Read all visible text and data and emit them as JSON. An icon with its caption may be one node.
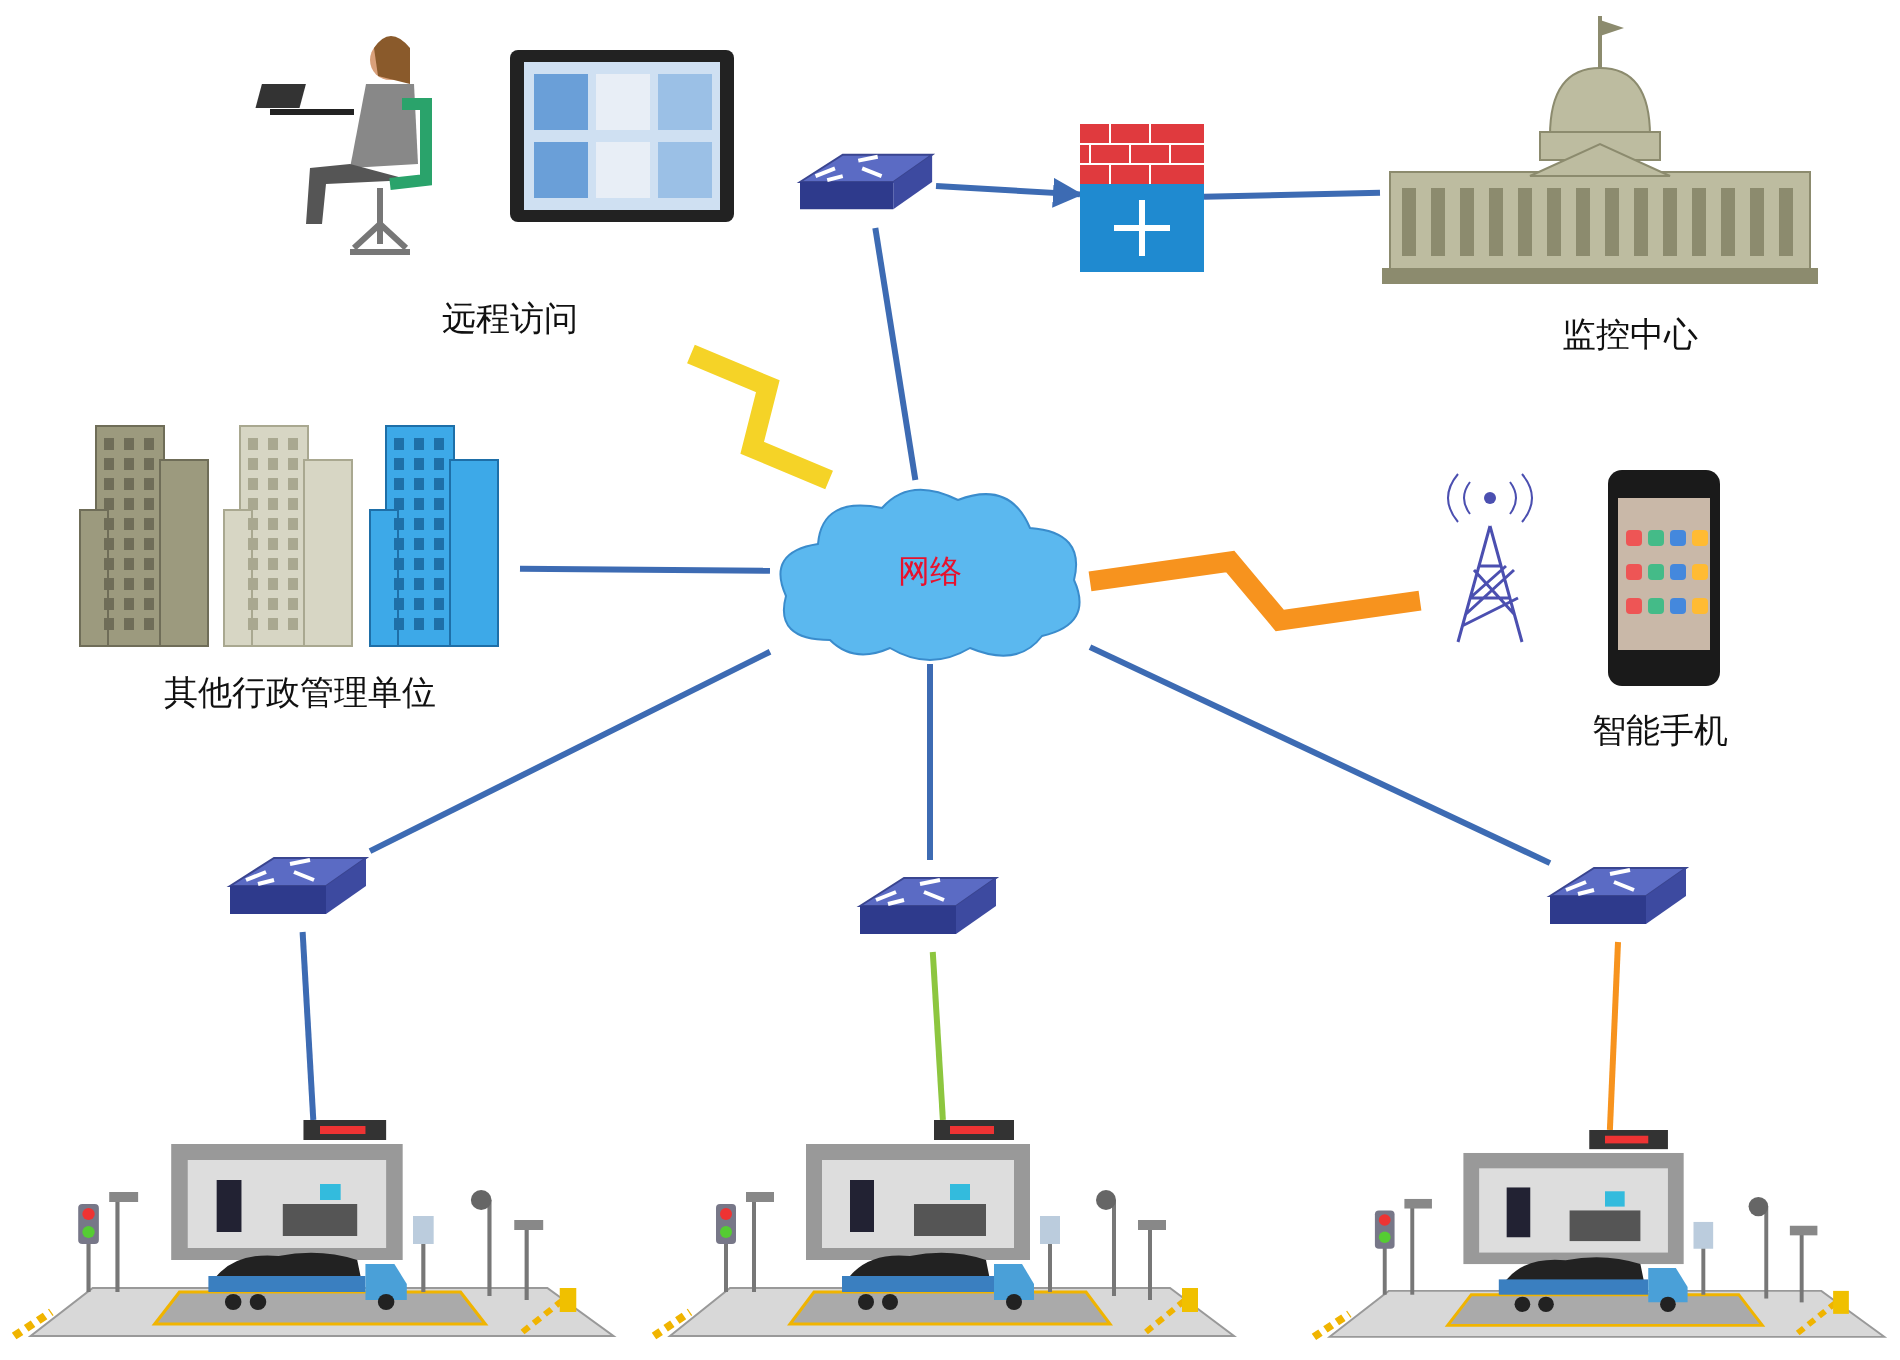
{
  "diagram": {
    "nodes": [
      {
        "text": [
          "远程访问"
        ]
      },
      {
        "text": [],
        "shape": "picture"
      },
      {
        "text": [],
        "shape": "picture"
      },
      {
        "text": [
          "监控中心"
        ]
      },
      {
        "text": [
          "其他行政管理单位"
        ]
      },
      {
        "text": [
          "网络"
        ]
      },
      {
        "text": [
          "智能手机"
        ]
      },
      {
        "text": [],
        "shape": "picture"
      },
      {
        "text": [],
        "shape": "picture"
      },
      {
        "text": [],
        "shape": "picture"
      },
      {
        "text": [],
        "shape": "picture"
      },
      {
        "text": [],
        "shape": "picture"
      },
      {
        "text": [],
        "shape": "picture"
      }
    ],
    "edges": [
      {
        "from": 0,
        "to": 5,
        "arrow": "none",
        "style": "thick",
        "color": "#f5d327"
      },
      {
        "from": 5,
        "to": 1,
        "arrow": "none"
      },
      {
        "from": 1,
        "to": 2,
        "arrow": "to"
      },
      {
        "from": 2,
        "to": 3,
        "arrow": "none"
      },
      {
        "from": 4,
        "to": 5,
        "arrow": "none"
      },
      {
        "from": 5,
        "to": 6,
        "arrow": "none",
        "style": "thick",
        "color": "#f7931e"
      },
      {
        "from": 5,
        "to": 7,
        "arrow": "none"
      },
      {
        "from": 5,
        "to": 8,
        "arrow": "none"
      },
      {
        "from": 5,
        "to": 9,
        "arrow": "none"
      },
      {
        "from": 7,
        "to": 10,
        "arrow": "none"
      },
      {
        "from": 8,
        "to": 11,
        "arrow": "none",
        "color": "#8dc63f"
      },
      {
        "from": 9,
        "to": 12,
        "arrow": "none",
        "color": "#f7931e"
      }
    ]
  }
}
